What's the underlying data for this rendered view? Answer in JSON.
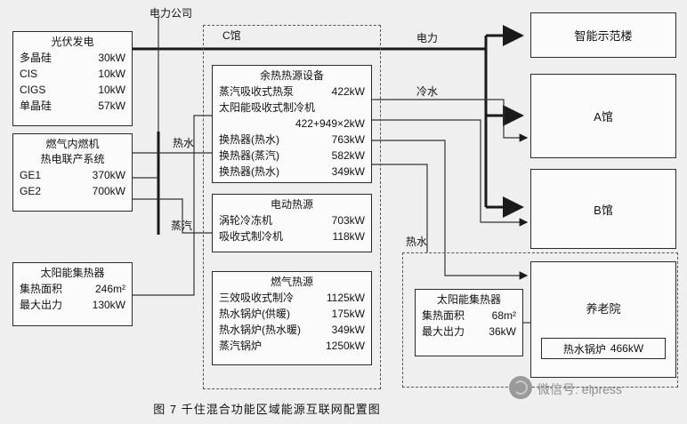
{
  "figure": {
    "caption": "图 7 千住混合功能区域能源互联网配置图",
    "watermark": "微信号: elpress"
  },
  "labels": {
    "power_company": "电力公司",
    "c_hall": "C馆",
    "electricity": "电力",
    "cold_water": "冷水",
    "hot_water_supply": "热水",
    "steam": "蒸汽",
    "hot_water_zone": "热水"
  },
  "pv": {
    "title": "光伏发电",
    "rows": [
      {
        "name": "多晶硅",
        "value": "30kW"
      },
      {
        "name": "CIS",
        "value": "10kW"
      },
      {
        "name": "CIGS",
        "value": "10kW"
      },
      {
        "name": "单晶硅",
        "value": "57kW"
      }
    ]
  },
  "chp": {
    "title1": "燃气内燃机",
    "title2": "热电联产系统",
    "rows": [
      {
        "name": "GE1",
        "value": "370kW"
      },
      {
        "name": "GE2",
        "value": "700kW"
      }
    ]
  },
  "solar_left": {
    "title": "太阳能集热器",
    "rows": [
      {
        "name": "集热面积",
        "value": "246m²"
      },
      {
        "name": "最大出力",
        "value": "130kW"
      }
    ]
  },
  "waste_heat": {
    "title": "余热热源设备",
    "rows": [
      {
        "name": "蒸汽吸收式热泵",
        "value": "422kW"
      },
      {
        "name": "太阳能吸收式制冷机",
        "value": ""
      },
      {
        "name": "",
        "value": "422+949×2kW"
      },
      {
        "name": "换热器(热水)",
        "value": "763kW"
      },
      {
        "name": "换热器(蒸汽)",
        "value": "582kW"
      },
      {
        "name": "换热器(热水)",
        "value": "349kW"
      }
    ]
  },
  "electric_heat": {
    "title": "电动热源",
    "rows": [
      {
        "name": "涡轮冷冻机",
        "value": "703kW"
      },
      {
        "name": "吸收式制冷机",
        "value": "118kW"
      }
    ]
  },
  "gas_heat": {
    "title": "燃气热源",
    "rows": [
      {
        "name": "三效吸收式制冷",
        "value": "1125kW"
      },
      {
        "name": "热水锅炉(供暖)",
        "value": "175kW"
      },
      {
        "name": "热水锅炉(热水暖)",
        "value": "349kW"
      },
      {
        "name": "蒸汽锅炉",
        "value": "1250kW"
      }
    ]
  },
  "buildings": {
    "smart": "智能示范楼",
    "a": "A馆",
    "b": "B馆",
    "nursing": "养老院"
  },
  "nursing_boiler": {
    "name": "热水锅炉",
    "value": "466kW"
  },
  "solar_right": {
    "title": "太阳能集热器",
    "rows": [
      {
        "name": "集热面积",
        "value": "68m²"
      },
      {
        "name": "最大出力",
        "value": "36kW"
      }
    ]
  },
  "colors": {
    "background": "#efefef",
    "line": "#1a1a1a",
    "watermark": "#8f8f8f"
  }
}
